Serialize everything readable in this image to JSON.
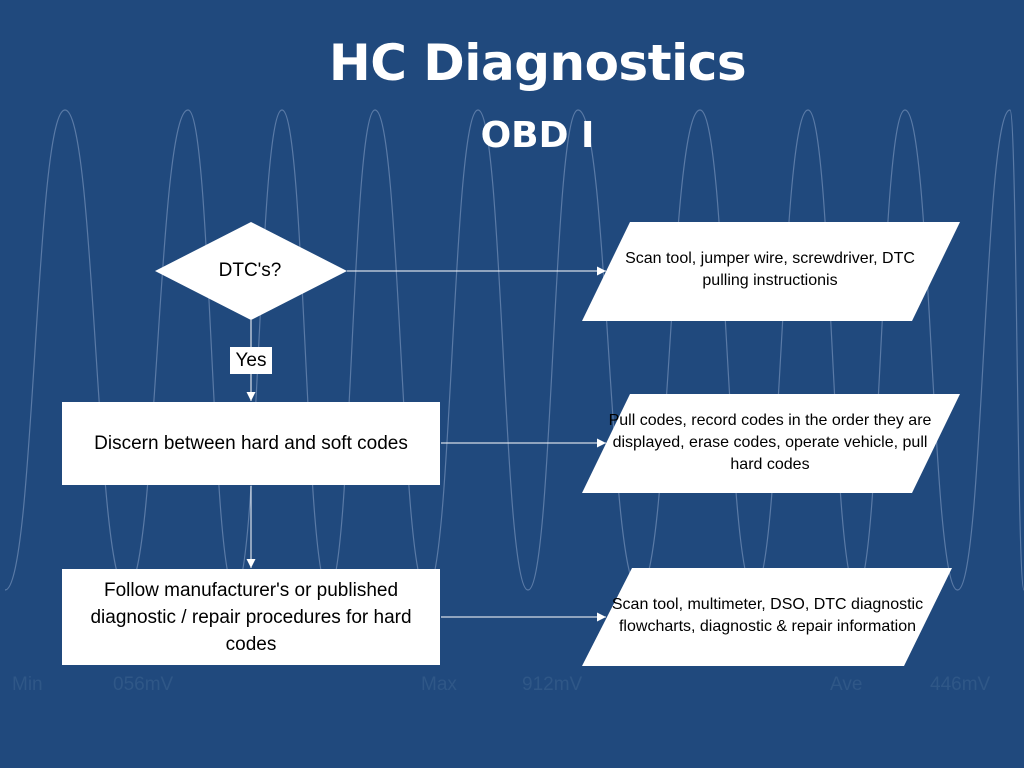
{
  "title": "HC Diagnostics",
  "subtitle": "OBD I",
  "flowchart": {
    "decision": "DTC's?",
    "yes_label": "Yes",
    "process_1": "Discern between hard and soft codes",
    "process_2": "Follow manufacturer's or published diagnostic / repair procedures for hard codes",
    "input_1": "Scan tool, jumper wire, screwdriver, DTC pulling instructionis",
    "input_2": "Pull codes, record codes in the order they are displayed, erase codes, operate vehicle, pull hard codes",
    "input_3": "Scan tool, multimeter, DSO, DTC diagnostic flowcharts, diagnostic & repair information"
  },
  "readout": {
    "min_label": "Min",
    "min_value": "056mV",
    "max_label": "Max",
    "max_value": "912mV",
    "ave_label": "Ave",
    "ave_value": "446mV"
  },
  "colors": {
    "background": "#20497d",
    "waveform": "#5a7aa6",
    "shape_fill": "#ffffff",
    "connector": "#ffffff"
  }
}
